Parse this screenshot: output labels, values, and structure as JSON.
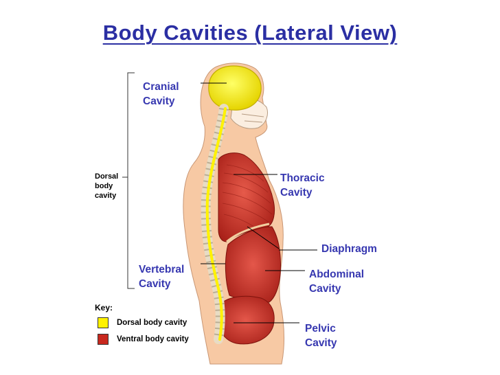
{
  "title": "Body Cavities (Lateral View)",
  "labels": {
    "cranial": "Cranial\nCavity",
    "thoracic": "Thoracic\nCavity",
    "diaphragm": "Diaphragm",
    "vertebral": "Vertebral\nCavity",
    "abdominal": "Abdominal\n Cavity",
    "pelvic": "Pelvic\nCavity",
    "dorsal": "Dorsal\nbody\ncavity"
  },
  "key": {
    "title": "Key:",
    "items": [
      {
        "label": "Dorsal body cavity",
        "color": "#fff200"
      },
      {
        "label": "Ventral body cavity",
        "color": "#c8281e"
      }
    ]
  },
  "colors": {
    "title": "#2b2fa3",
    "label": "#3637b0",
    "skin": "#f7c9a4",
    "dorsal": "#fff200",
    "ventral": "#c8281e"
  }
}
